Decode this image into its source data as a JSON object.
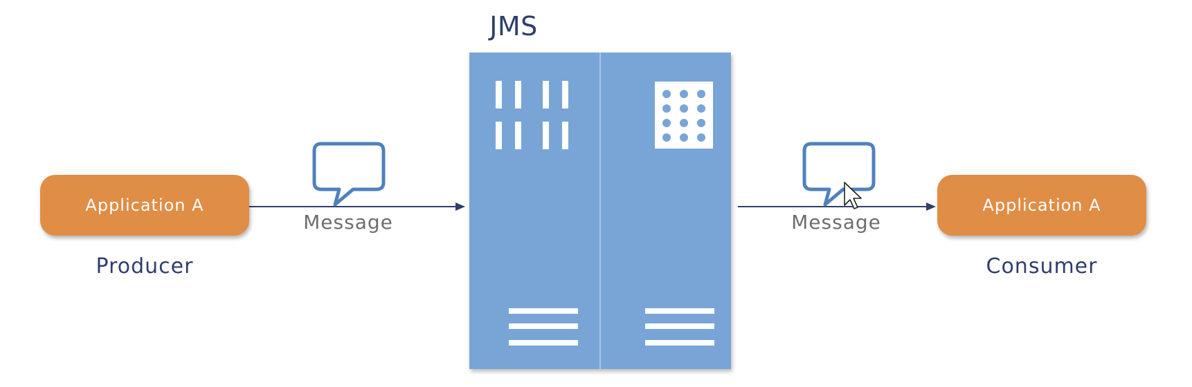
{
  "diagram": {
    "title": "JMS",
    "producer": {
      "box_label": "Application  A",
      "role_label": "Producer"
    },
    "consumer": {
      "box_label": "Application  A",
      "role_label": "Consumer"
    },
    "message_in_label": "Message",
    "message_out_label": "Message"
  },
  "colors": {
    "app_fill": "#e08d45",
    "server_fill": "#78a5d6",
    "arrow": "#2f3e6b",
    "bubble_stroke": "#4f81bd",
    "text_dark": "#2f3e6b",
    "text_gray": "#6d6d6d"
  },
  "icons": {
    "server": "server-rack-icon",
    "message": "speech-bubble-icon",
    "cursor": "mouse-pointer-icon"
  }
}
